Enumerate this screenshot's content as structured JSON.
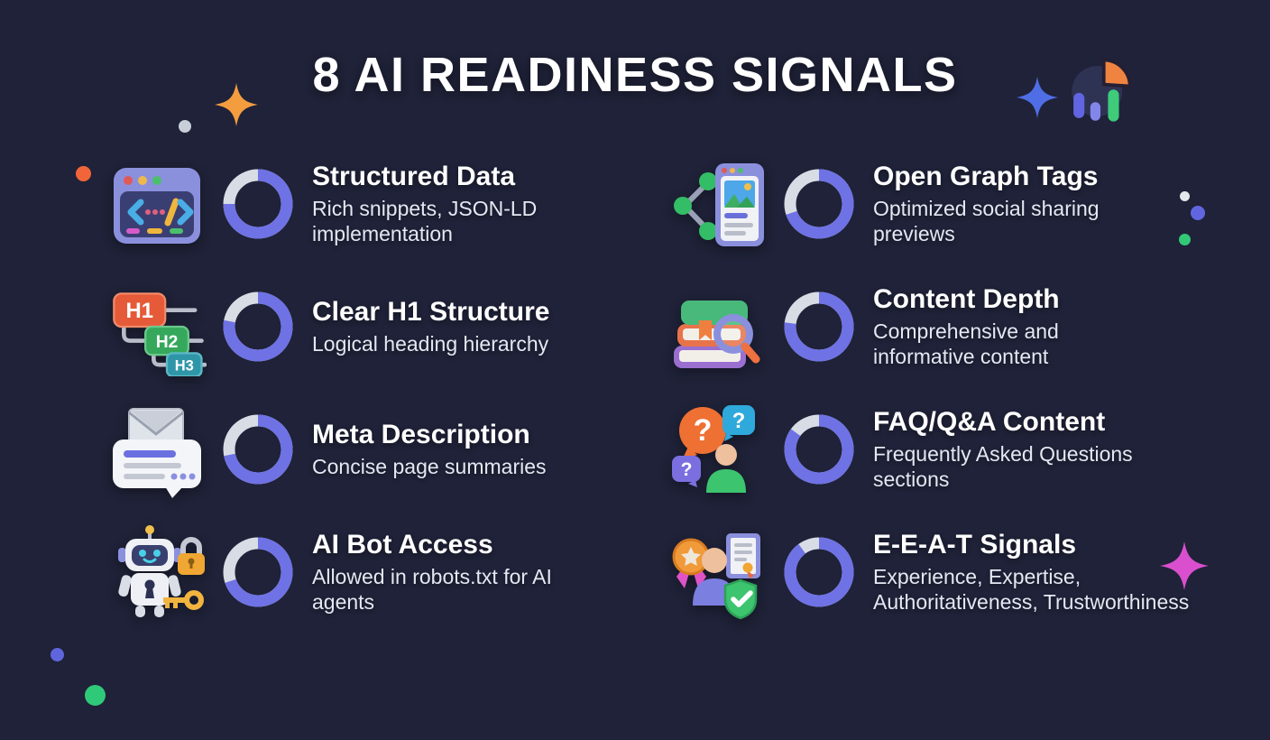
{
  "header": {
    "title": "8 AI READINESS SIGNALS"
  },
  "theme": {
    "background": "#1f2238",
    "ring_fill": "#6e72e4",
    "ring_track": "#d8dce4",
    "title_color": "#ffffff",
    "description_color": "#e4e8f2"
  },
  "signals": [
    {
      "title": "Structured Data",
      "description": "Rich snippets, JSON-LD implementation",
      "icon": "code-window-icon",
      "ring_percent": 75
    },
    {
      "title": "Open Graph Tags",
      "description": "Optimized social sharing previews",
      "icon": "share-preview-icon",
      "ring_percent": 70
    },
    {
      "title": "Clear H1 Structure",
      "description": "Logical heading hierarchy",
      "icon": "heading-hierarchy-icon",
      "ring_percent": 78
    },
    {
      "title": "Content Depth",
      "description": "Comprehensive and informative content",
      "icon": "books-magnifier-icon",
      "ring_percent": 77
    },
    {
      "title": "Meta Description",
      "description": "Concise page summaries",
      "icon": "envelope-note-icon",
      "ring_percent": 72
    },
    {
      "title": "FAQ/Q&A Content",
      "description": "Frequently Asked Questions sections",
      "icon": "question-bubbles-icon",
      "ring_percent": 85
    },
    {
      "title": "AI Bot Access",
      "description": "Allowed in robots.txt for AI agents",
      "icon": "robot-lock-key-icon",
      "ring_percent": 70
    },
    {
      "title": "E-E-A-T Signals",
      "description": "Experience, Expertise, Authoritativeness, Trustworthiness",
      "icon": "badge-certificate-shield-icon",
      "ring_percent": 90
    }
  ],
  "decorations": {
    "orange_sparkle": "#f49d3f",
    "blue_sparkle": "#4f6de4",
    "pink_sparkle": "#d94fce",
    "orange_dot_top": "#f2653a",
    "gray_dot_top": "#c9cfd8",
    "white_dot_right": "#e4e7ec",
    "purple_dot_right": "#6166e0",
    "green_dot_right": "#33c878",
    "blue_dot_bottom": "#5f66dd",
    "green_dot_bottom": "#2fca79"
  }
}
